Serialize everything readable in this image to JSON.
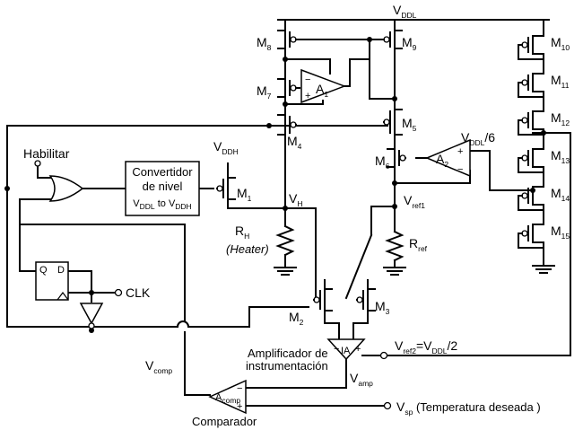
{
  "supplies": {
    "vddl": [
      "V",
      "DDL"
    ],
    "vddh": [
      "V",
      "DDH"
    ]
  },
  "transistors": {
    "m1": [
      "M",
      "1"
    ],
    "m2": [
      "M",
      "2"
    ],
    "m3": [
      "M",
      "3"
    ],
    "m4": [
      "M",
      "4"
    ],
    "m5": [
      "M",
      "5"
    ],
    "m6": [
      "M",
      "6"
    ],
    "m7": [
      "M",
      "7"
    ],
    "m8": [
      "M",
      "8"
    ],
    "m9": [
      "M",
      "9"
    ],
    "m10": [
      "M",
      "10"
    ],
    "m11": [
      "M",
      "11"
    ],
    "m12": [
      "M",
      "12"
    ],
    "m13": [
      "M",
      "13"
    ],
    "m14": [
      "M",
      "14"
    ],
    "m15": [
      "M",
      "15"
    ]
  },
  "amplifiers": {
    "a1": [
      "A",
      "1"
    ],
    "a2": [
      "A",
      "2"
    ],
    "ia": "IA",
    "acomp": [
      "A",
      "comp"
    ]
  },
  "blocks": {
    "converter_line1": "Convertidor",
    "converter_line2": "de nivel",
    "converter_line3": [
      "V",
      "DDL",
      " to V",
      "DDH"
    ],
    "ff_q": "Q",
    "ff_d": "D"
  },
  "labels": {
    "habilitar": "Habilitar",
    "clk": "CLK",
    "vh": [
      "V",
      "H"
    ],
    "rh": [
      "R",
      "H"
    ],
    "heater": "(Heater)",
    "rref": [
      "R",
      "ref"
    ],
    "vref1": [
      "V",
      "ref1"
    ],
    "vddl6": [
      "V",
      "DDL",
      "/6"
    ],
    "vref2": [
      "V",
      "ref2",
      "=V",
      "DDL",
      "/2"
    ],
    "amp_line1": "Amplificador de",
    "amp_line2": "instrumentación",
    "vamp": [
      "V",
      "amp"
    ],
    "vcomp": [
      "V",
      "comp"
    ],
    "comparador": "Comparador",
    "vsp": [
      "V",
      "sp"
    ],
    "vsp_note": " (Temperatura deseada )"
  }
}
